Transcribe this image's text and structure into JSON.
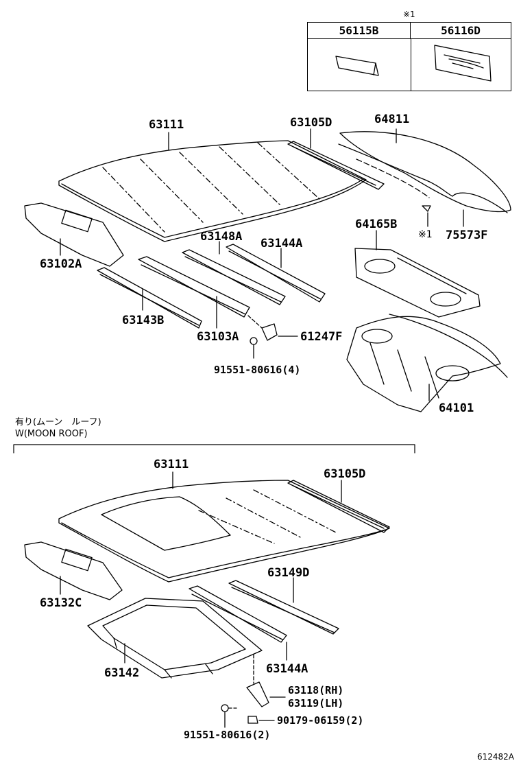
{
  "note_mark": "※1",
  "table": {
    "col1": "56115B",
    "col2": "56116D"
  },
  "upper": {
    "labels": {
      "p63111": "63111",
      "p63105D": "63105D",
      "p64811": "64811",
      "p63102A": "63102A",
      "p63148A": "63148A",
      "p63144A": "63144A",
      "p64165B": "64165B",
      "p75573F": "75573F",
      "mark1": "※1",
      "p63143B": "63143B",
      "p63103A": "63103A",
      "p61247F": "61247F",
      "p91551": "91551-80616(4)",
      "p64101": "64101"
    }
  },
  "section": {
    "jp": "有り(ムーン　ルーフ)",
    "en": "W(MOON ROOF)"
  },
  "lower": {
    "labels": {
      "p63111": "63111",
      "p63105D": "63105D",
      "p63132C": "63132C",
      "p63149D": "63149D",
      "p63142": "63142",
      "p63144A": "63144A",
      "p63118": "63118(RH)",
      "p63119": "63119(LH)",
      "p90179": "90179-06159(2)",
      "p91551": "91551-80616(2)"
    }
  },
  "figure_code": "612482A"
}
